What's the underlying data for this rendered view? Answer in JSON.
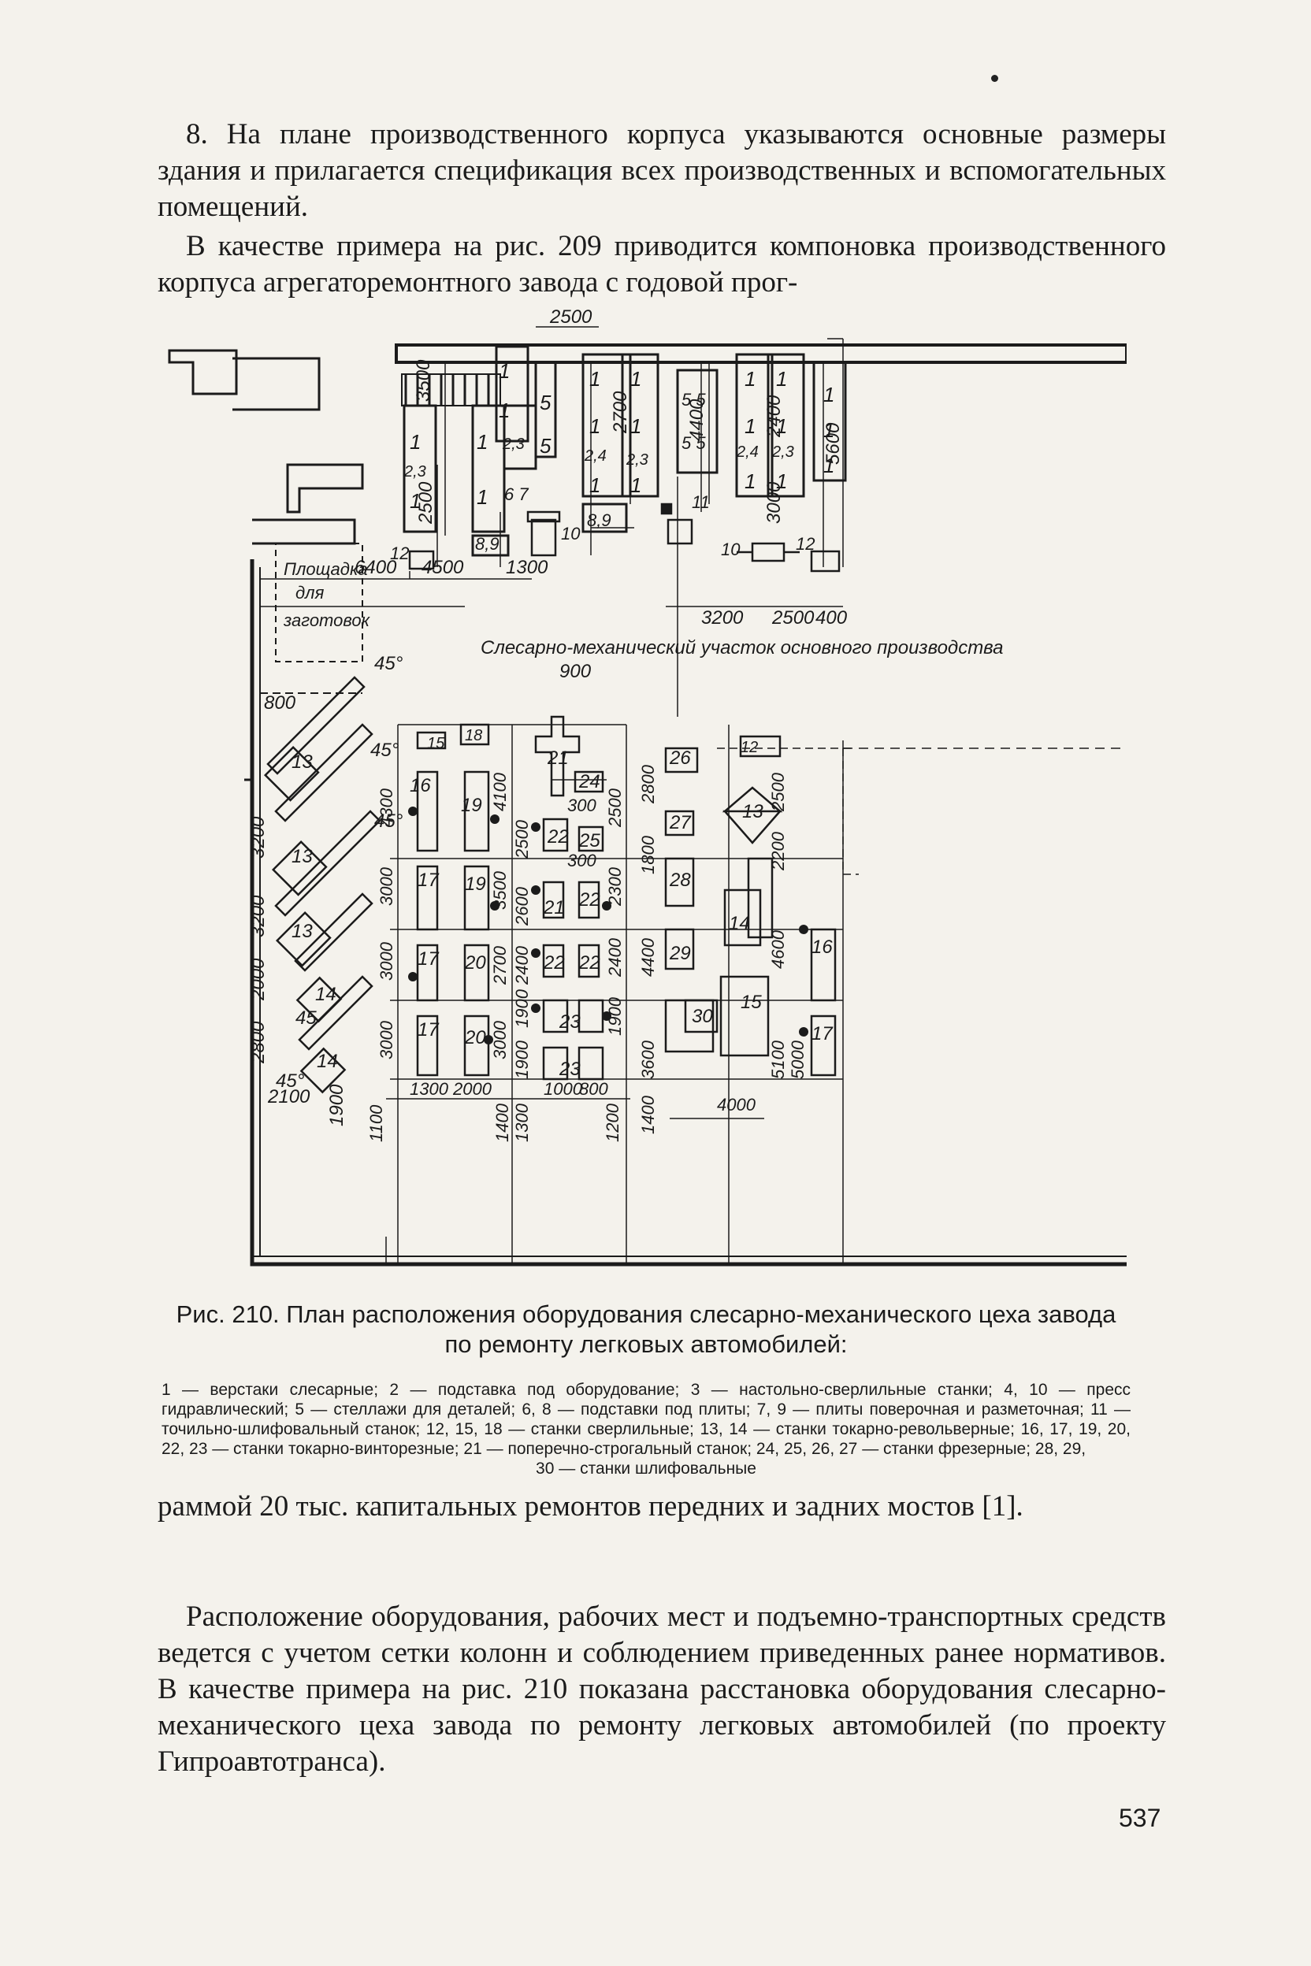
{
  "text": {
    "para_8": "8. На плане производственного корпуса указываются основные размеры здания и прилагается спецификация всех производственных и вспомогательных помещений.",
    "para_example": "В качестве примера на рис. 209 приводится компоновка производственного корпуса агрегаторемонтного завода с годовой прог-",
    "para_continue": "раммой 20 тыс. капитальных ремонтов передних и задних мостов [1].",
    "para_layout": "Расположение оборудования, рабочих мест и подъемно-транспортных средств ведется с учетом сетки колонн и соблюдением приведенных ранее нормативов. В качестве примера на рис. 210 показана расстановка оборудования слесарно-механического цеха завода по ремонту легковых автомобилей (по проекту Гипроавтотранса)."
  },
  "figure": {
    "caption": "Рис. 210. План расположения оборудования слесарно-механического цеха завода по ремонту легковых автомобилей:",
    "legend": "1 — верстаки слесарные; 2 — подставка под оборудование; 3 — настольно-сверлильные станки; 4, 10 — пресс гидравлический; 5 — стеллажи для деталей; 6, 8 — подставки под плиты; 7, 9 — плиты поверочная и разметочная; 11 — точильно-шлифовальный станок; 12, 15, 18 — станки сверлильные; 13, 14 — станки токарно-револьверные; 16, 17, 19, 20, 22, 23 — станки токарно-винторезные; 21 — поперечно-строгальный станок; 24, 25, 26, 27 — станки фрезерные; 28, 29,",
    "legend_last": "30 — станки шлифовальные",
    "labels": {
      "area": "Площадка для заготовок",
      "area_l1": "Площадка",
      "area_l2": "для",
      "area_l3": "заготовок",
      "section": "Слесарно-механический участок основного производства"
    },
    "dimensions": {
      "top_2500": "2500",
      "d3500": "3500",
      "d2500_left": "2500",
      "d6400": "6400",
      "d4500": "4500",
      "d1300": "1300",
      "d2700": "2700",
      "d4400": "4400",
      "d2400": "2400",
      "d3000": "3000",
      "d5600": "5600",
      "d3200": "3200",
      "d2500_b": "2500",
      "d400": "400",
      "d900": "900",
      "d800": "800",
      "a45_1": "45°",
      "a45_2": "45°",
      "a45_3": "45°",
      "a45_4": "45",
      "a45_5": "45°",
      "d4300": "4300",
      "d4100": "4100",
      "d2800": "2800",
      "d2500_c": "2500",
      "d2200": "2200",
      "d1800": "1800",
      "d4400_b": "4400",
      "d4600": "4600",
      "d3600": "3600",
      "d5100": "5100",
      "d5000": "5000",
      "d4000": "4000",
      "d1400": "1400",
      "d1900": "1900",
      "d2400_b": "2400",
      "d2600": "2600",
      "d2300": "2300",
      "d300": "300",
      "d3200_v1": "3200",
      "d3200_v2": "3200",
      "d2000_v": "2000",
      "d2800_v": "2800",
      "d2100": "2100",
      "d1900_b": "1900",
      "d1100": "1100",
      "d1300_b": "1300",
      "d2000_b": "2000",
      "d1400_b": "1400",
      "d1300_c": "1300",
      "d1000": "1000",
      "d800_b": "800",
      "d1200": "1200",
      "d3000_a": "3000",
      "d3000_b": "3000",
      "d3000_c": "3000",
      "d2700_b": "2700",
      "d3500_b": "3500",
      "d2400_c": "2400",
      "d1900_c": "1900",
      "d1900_d": "1900"
    },
    "items": {
      "n1": "1",
      "n23": "2,3",
      "n24": "2,4",
      "n5": "5",
      "n55": "5 5",
      "n67": "6 7",
      "n89": "8,9",
      "n10": "10",
      "n11": "11",
      "n12": "12",
      "n13": "13",
      "n14": "14",
      "n15": "15",
      "n16": "16",
      "n17": "17",
      "n18": "18",
      "n19": "19",
      "n20": "20",
      "n21": "21",
      "n22": "22",
      "n23b": "23",
      "n24b": "24",
      "n25": "25",
      "n26": "26",
      "n27": "27",
      "n28": "28",
      "n29": "29",
      "n30": "30"
    }
  },
  "page_number": "537"
}
